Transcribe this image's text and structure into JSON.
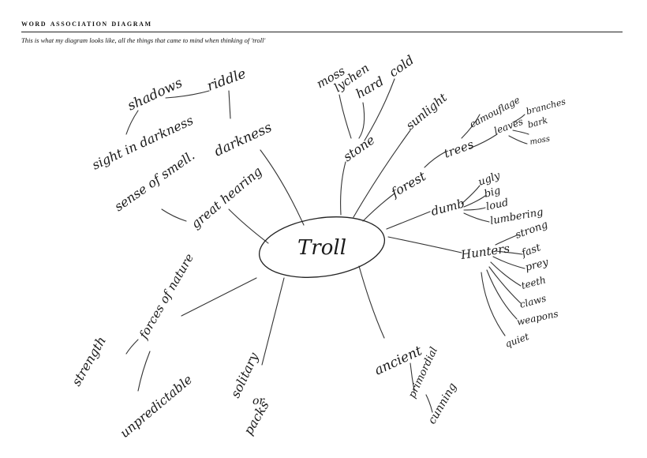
{
  "header": {
    "title": "word association diagram",
    "caption": "This is what my diagram looks like, all the things that came to mind when thinking of 'troll'"
  },
  "diagram": {
    "center": "Troll",
    "words": {
      "moss": "moss",
      "lichen": "lychen",
      "hard": "hard",
      "cold": "cold",
      "sunlight": "sunlight",
      "stone": "stone",
      "riddle": "riddle",
      "darkness": "darkness",
      "shadows": "shadows",
      "sight": "sight in darkness",
      "smell": "sense of smell.",
      "hearing": "great hearing",
      "forest": "forest",
      "trees": "trees",
      "camouflage": "camouflage",
      "leaves": "leaves",
      "branches": "branches",
      "bark": "bark",
      "moss2": "moss",
      "dumb": "dumb",
      "ugly": "ugly",
      "big": "big",
      "loud": "loud",
      "lumbering": "lumbering",
      "hunters": "Hunters",
      "strong": "strong",
      "fast": "fast",
      "prey": "prey",
      "teeth": "teeth",
      "claws": "claws",
      "weapons": "weapons",
      "quiet": "quiet",
      "forces": "forces of nature",
      "strength": "strength",
      "unpredictable": "unpredictable",
      "solitary": "solitary",
      "or": "or",
      "packs": "packs",
      "ancient": "ancient",
      "primordial": "primordial",
      "cunning": "cunning"
    }
  }
}
